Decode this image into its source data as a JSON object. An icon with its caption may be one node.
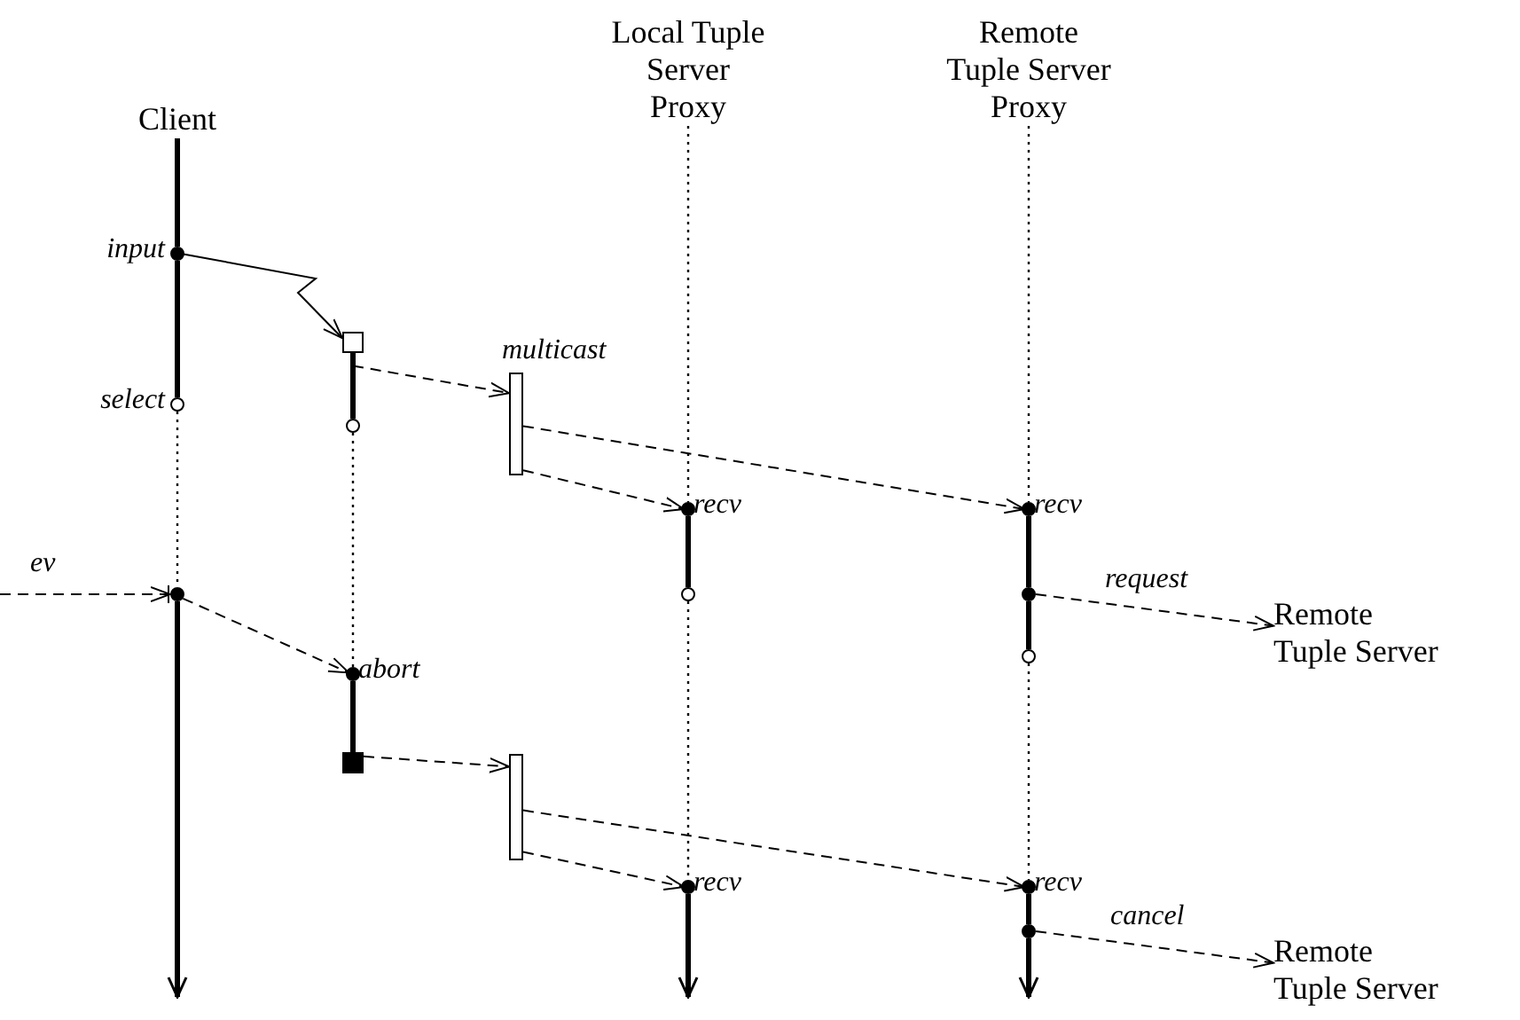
{
  "diagram": {
    "nodes": [
      {
        "text": [
          "Client"
        ]
      },
      {
        "text": [
          "Local Tuple Server Proxy"
        ]
      },
      {
        "text": [
          "Remote Tuple Server Proxy"
        ]
      },
      {
        "text": [
          "input"
        ]
      },
      {
        "text": [],
        "shape": "box"
      },
      {
        "text": [
          "select"
        ]
      },
      {
        "text": [],
        "shape": "circle"
      },
      {
        "text": [],
        "shape": "bar"
      },
      {
        "text": [
          "recv"
        ]
      },
      {
        "text": [
          "recv"
        ]
      },
      {
        "text": [],
        "shape": "circle"
      },
      {
        "text": [],
        "shape": "circle"
      },
      {
        "text": [],
        "shape": "circle"
      },
      {
        "text": [
          "Remote Tuple Server"
        ]
      },
      {
        "text": [],
        "shape": "circle"
      },
      {
        "text": [
          "abort"
        ]
      },
      {
        "text": [],
        "shape": "box"
      },
      {
        "text": [],
        "shape": "bar"
      },
      {
        "text": [
          "recv"
        ]
      },
      {
        "text": [
          "recv"
        ]
      },
      {
        "text": [],
        "shape": "circle"
      },
      {
        "text": [
          "Remote Tuple Server"
        ]
      }
    ],
    "edges": [
      {
        "from": 3,
        "to": 4,
        "arrow": "to"
      },
      {
        "from": 4,
        "to": 7,
        "arrow": "to",
        "style": "dashed",
        "label": "multicast"
      },
      {
        "from": 7,
        "to": 9,
        "arrow": "to",
        "style": "dashed"
      },
      {
        "from": 7,
        "to": 8,
        "arrow": "to",
        "style": "dashed"
      },
      {
        "from": 11,
        "to": 13,
        "arrow": "to",
        "style": "dashed",
        "label": "request"
      },
      {
        "from": null,
        "to": 14,
        "arrow": "to",
        "style": "dashed",
        "label": "ev"
      },
      {
        "from": 14,
        "to": 15,
        "arrow": "to",
        "style": "dashed"
      },
      {
        "from": 16,
        "to": 17,
        "arrow": "to",
        "style": "dashed"
      },
      {
        "from": 17,
        "to": 19,
        "arrow": "to",
        "style": "dashed"
      },
      {
        "from": 17,
        "to": 18,
        "arrow": "to",
        "style": "dashed"
      },
      {
        "from": 20,
        "to": 21,
        "arrow": "to",
        "style": "dashed",
        "label": "cancel"
      },
      {
        "from": 0,
        "to": 3,
        "arrow": "none",
        "style": "thick"
      },
      {
        "from": 3,
        "to": 5,
        "arrow": "none",
        "style": "thick"
      },
      {
        "from": 5,
        "to": 14,
        "arrow": "none",
        "style": "dashed"
      },
      {
        "from": 14,
        "to": null,
        "arrow": "to",
        "style": "thick"
      },
      {
        "from": 4,
        "to": 6,
        "arrow": "none",
        "style": "thick"
      },
      {
        "from": 6,
        "to": 15,
        "arrow": "none",
        "style": "dashed"
      },
      {
        "from": 15,
        "to": 16,
        "arrow": "none",
        "style": "thick"
      },
      {
        "from": 1,
        "to": 8,
        "arrow": "none",
        "style": "dashed"
      },
      {
        "from": 8,
        "to": 10,
        "arrow": "none",
        "style": "thick"
      },
      {
        "from": 10,
        "to": 18,
        "arrow": "none",
        "style": "dashed"
      },
      {
        "from": 18,
        "to": null,
        "arrow": "to",
        "style": "thick"
      },
      {
        "from": 2,
        "to": 9,
        "arrow": "none",
        "style": "dashed"
      },
      {
        "from": 9,
        "to": 11,
        "arrow": "none",
        "style": "thick"
      },
      {
        "from": 11,
        "to": 12,
        "arrow": "none",
        "style": "thick"
      },
      {
        "from": 12,
        "to": 19,
        "arrow": "none",
        "style": "dashed"
      },
      {
        "from": 19,
        "to": 20,
        "arrow": "none",
        "style": "thick"
      },
      {
        "from": 20,
        "to": null,
        "arrow": "to",
        "style": "thick"
      }
    ]
  }
}
